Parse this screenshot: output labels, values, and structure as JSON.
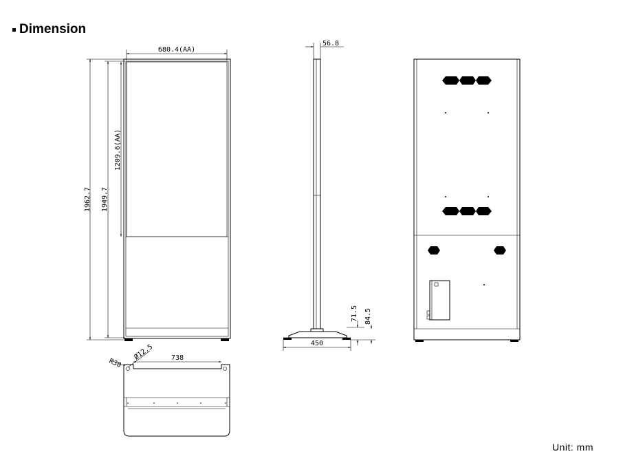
{
  "header": {
    "title": "Dimension"
  },
  "footer": {
    "unit_label": "Unit:  mm"
  },
  "dimensions": {
    "active_area_width": "680.4(AA)",
    "active_area_height": "1209.6(AA)",
    "total_height": "1962.7",
    "inner_height": "1949.7",
    "depth": "56.8",
    "foot_height_a": "71.5",
    "foot_height_b": "84.5",
    "base_depth": "450",
    "base_width": "738",
    "corner_radius": "R30",
    "hole_diameter": "Ø12.5"
  }
}
